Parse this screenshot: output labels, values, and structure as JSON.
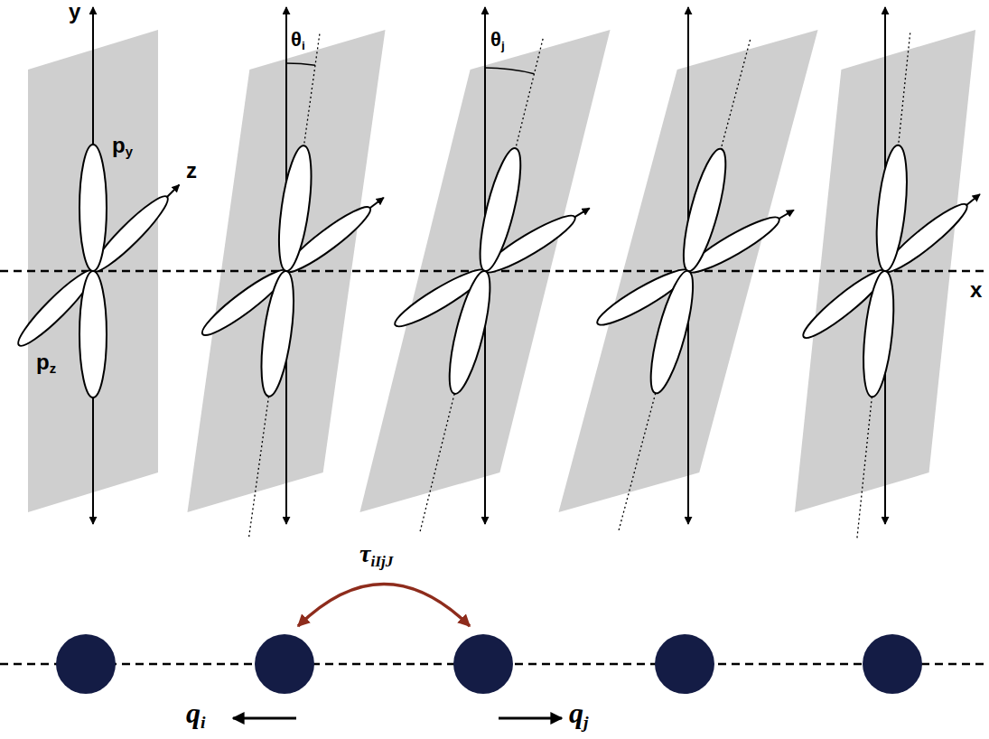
{
  "diagram": {
    "labels": [
      "y",
      "py",
      "z",
      "pz",
      "x",
      "θi",
      "θj",
      "τiIjJ",
      "qi",
      "qj"
    ]
  }
}
